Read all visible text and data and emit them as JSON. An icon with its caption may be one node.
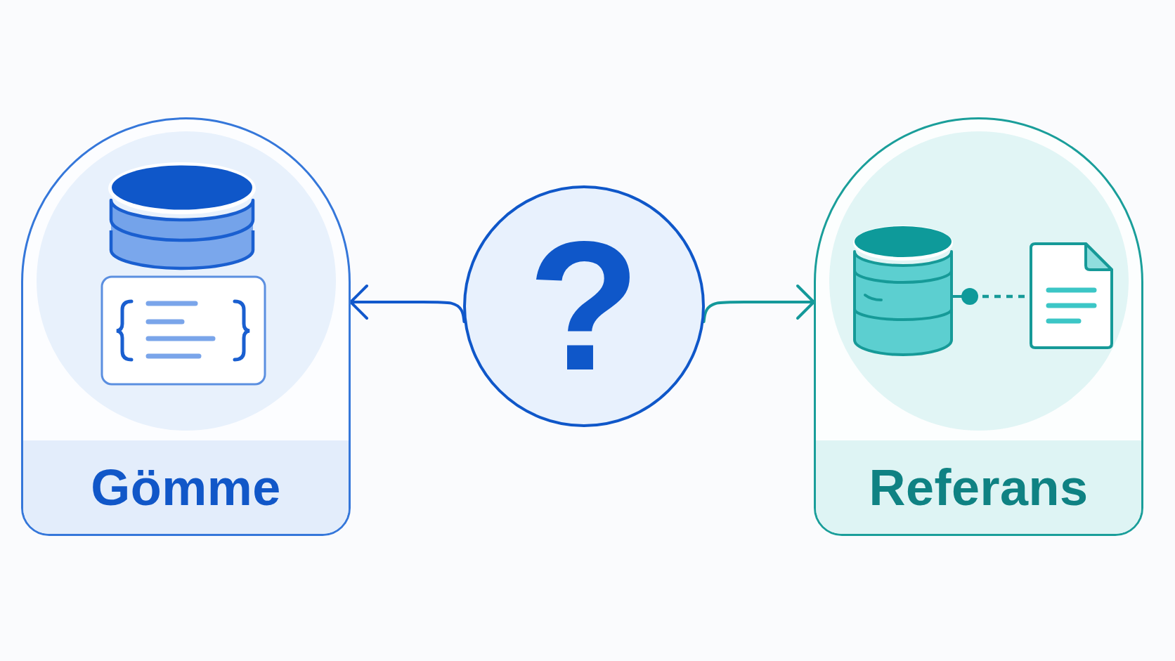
{
  "diagram": {
    "nodes": [
      {
        "text": [
          "Gömme"
        ]
      },
      {
        "text": [
          "?"
        ]
      },
      {
        "text": [
          "Referans"
        ]
      }
    ],
    "edges": [
      {
        "from": 1,
        "to": 0,
        "arrow": "to"
      },
      {
        "from": 1,
        "to": 2,
        "arrow": "to",
        "color": "#14999a"
      }
    ]
  }
}
